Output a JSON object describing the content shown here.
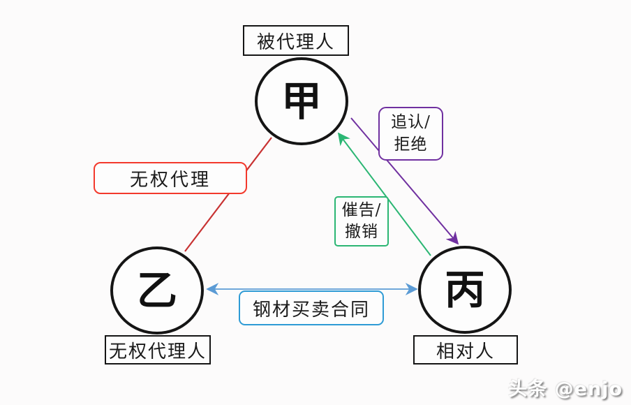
{
  "background": "#fcfbfb",
  "colors": {
    "node_border": "#151515",
    "red_line": "#c83232",
    "red_box_border": "#f3392c",
    "purple": "#7030a0",
    "green": "#2bb673",
    "blue": "#5b9bd5",
    "blue_box_border": "#2e9bd5",
    "text": "#1a1a1a"
  },
  "nodes": {
    "jia": {
      "label": "甲",
      "tag": "被代理人"
    },
    "yi": {
      "label": "乙",
      "tag": "无权代理人"
    },
    "bing": {
      "label": "丙",
      "tag": "相对人"
    }
  },
  "edges": {
    "unauthorized_agency": {
      "label": "无权代理"
    },
    "ratify_or_refuse": {
      "line1": "追认/",
      "line2": "拒绝"
    },
    "demand_or_revoke": {
      "line1": "催告/",
      "line2": "撤销"
    },
    "contract": {
      "label": "钢材买卖合同"
    }
  },
  "watermark": "头条 @enjo"
}
